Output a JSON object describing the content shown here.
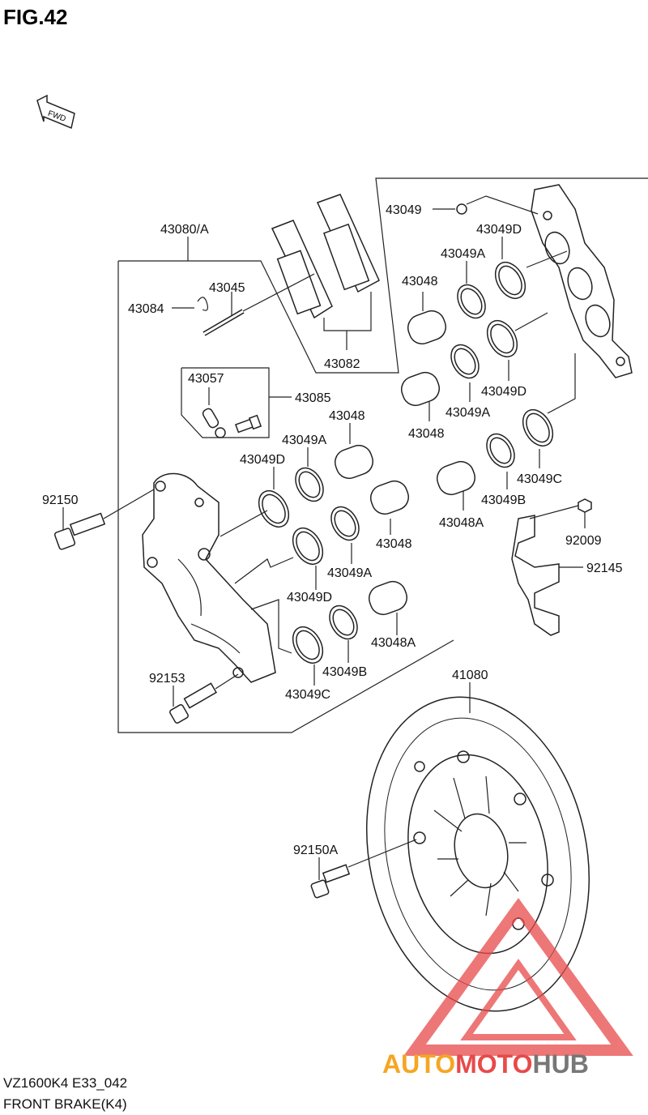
{
  "figure": {
    "title": "FIG.42"
  },
  "fwd_label": "FWD",
  "labels": [
    {
      "id": "43080A",
      "text": "43080/A"
    },
    {
      "id": "43045",
      "text": "43045"
    },
    {
      "id": "43084",
      "text": "43084"
    },
    {
      "id": "43082",
      "text": "43082"
    },
    {
      "id": "43057",
      "text": "43057"
    },
    {
      "id": "43085",
      "text": "43085"
    },
    {
      "id": "43049",
      "text": "43049"
    },
    {
      "id": "43049D_a",
      "text": "43049D"
    },
    {
      "id": "43049A_a",
      "text": "43049A"
    },
    {
      "id": "43048_a",
      "text": "43048"
    },
    {
      "id": "43049D_b",
      "text": "43049D"
    },
    {
      "id": "43049A_b",
      "text": "43049A"
    },
    {
      "id": "43048_b",
      "text": "43048"
    },
    {
      "id": "43048_c",
      "text": "43048"
    },
    {
      "id": "43049A_c",
      "text": "43049A"
    },
    {
      "id": "43049D_c",
      "text": "43049D"
    },
    {
      "id": "43049C_a",
      "text": "43049C"
    },
    {
      "id": "43049B_a",
      "text": "43049B"
    },
    {
      "id": "43048A_a",
      "text": "43048A"
    },
    {
      "id": "92150",
      "text": "92150"
    },
    {
      "id": "43048_d",
      "text": "43048"
    },
    {
      "id": "43049A_d",
      "text": "43049A"
    },
    {
      "id": "43049D_d",
      "text": "43049D"
    },
    {
      "id": "92009",
      "text": "92009"
    },
    {
      "id": "92145",
      "text": "92145"
    },
    {
      "id": "43048A_b",
      "text": "43048A"
    },
    {
      "id": "43049B_b",
      "text": "43049B"
    },
    {
      "id": "43049C_b",
      "text": "43049C"
    },
    {
      "id": "92153",
      "text": "92153"
    },
    {
      "id": "41080",
      "text": "41080"
    },
    {
      "id": "92150A",
      "text": "92150A"
    }
  ],
  "caption": {
    "model": "VZ1600K4 E33_042",
    "name": "FRONT BRAKE(K4)"
  },
  "watermark": {
    "part1": "AUTO",
    "part2": "MOTO",
    "part3": "HUB",
    "color1": "#f5a623",
    "color2": "#e84a4a",
    "color3": "#777777"
  }
}
